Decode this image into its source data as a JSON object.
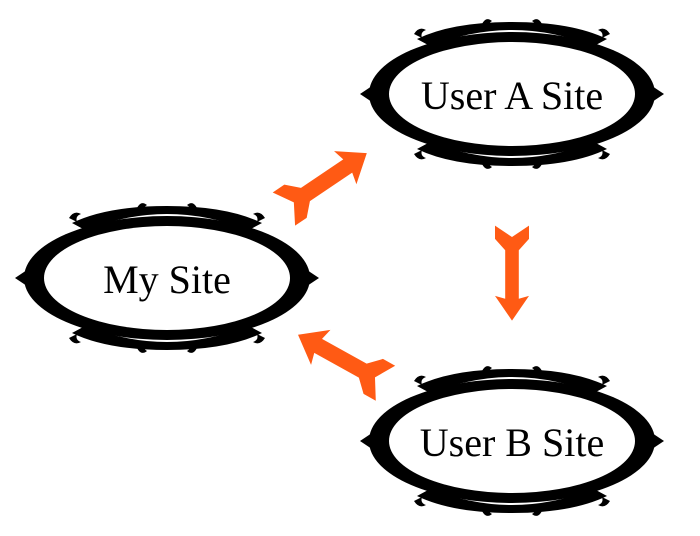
{
  "diagram": {
    "nodes": {
      "my_site": "My Site",
      "user_a_site": "User A Site",
      "user_b_site": "User B Site"
    },
    "edges": [
      {
        "from": "My Site",
        "to": "User A Site"
      },
      {
        "from": "User A Site",
        "to": "User B Site"
      },
      {
        "from": "User B Site",
        "to": "My Site"
      }
    ]
  },
  "colors": {
    "frame": "#000000",
    "arrow": "#ff5a14",
    "background": "#ffffff",
    "node_fill": "#ffffff"
  }
}
